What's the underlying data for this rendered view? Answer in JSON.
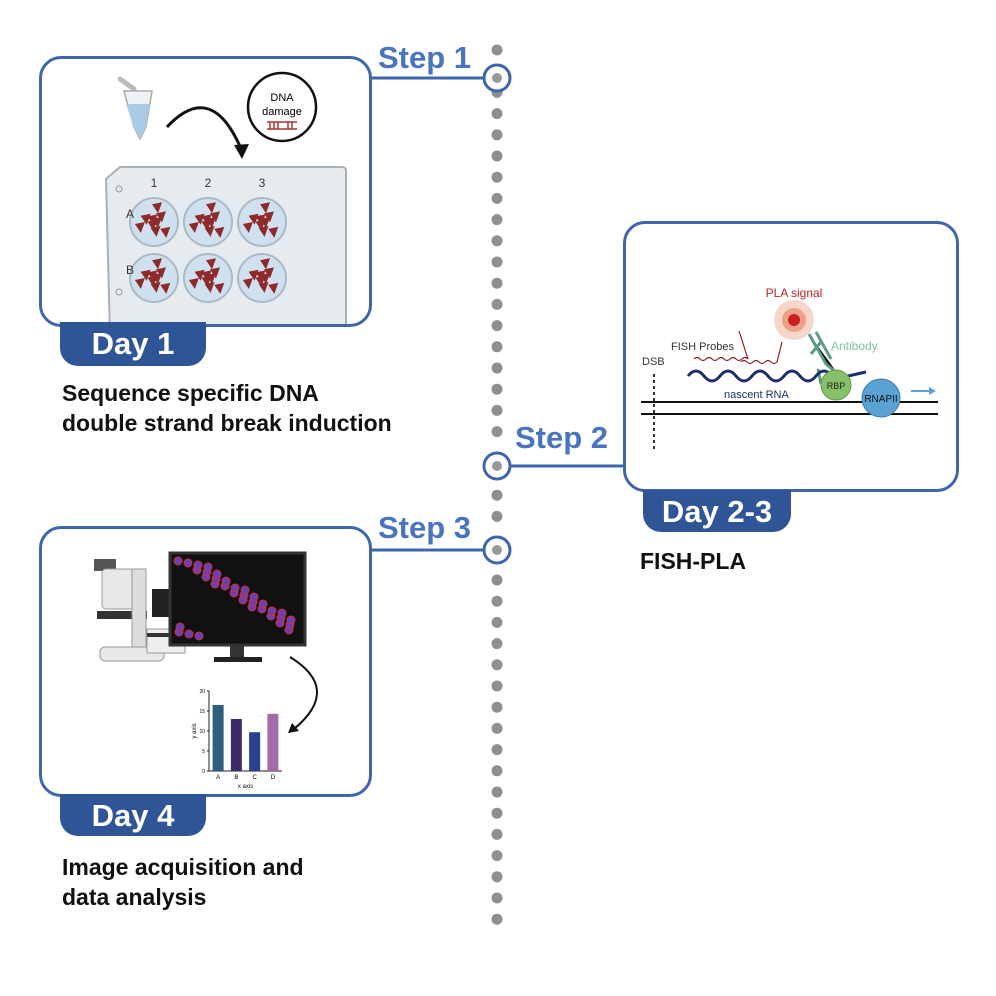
{
  "timeline": {
    "steps": [
      {
        "label": "Step 1",
        "day": "Day 1",
        "description_lines": [
          "Sequence specific DNA",
          "double strand break induction"
        ]
      },
      {
        "label": "Step 2",
        "day": "Day 2-3",
        "description_lines": [
          "FISH-PLA"
        ]
      },
      {
        "label": "Step 3",
        "day": "Day 4",
        "description_lines": [
          "Image acquisition and",
          "data analysis"
        ]
      }
    ],
    "accent_color": "#2f5597",
    "step_color": "#4a74c0"
  },
  "step1_illustration": {
    "bubble_text": [
      "DNA",
      "damage"
    ],
    "plate_columns": [
      "1",
      "2",
      "3"
    ],
    "plate_rows": [
      "A",
      "B"
    ]
  },
  "step2_illustration": {
    "pla_signal": "PLA signal",
    "fish_probes": "FISH Probes",
    "antibody": "Antibody",
    "dsb": "DSB",
    "rbp": "RBP",
    "rnapii": "RNAPII",
    "nascent_rna": "nascent RNA"
  },
  "chart_data": {
    "type": "bar",
    "categories": [
      "A",
      "B",
      "C",
      "D"
    ],
    "values": [
      16.5,
      13,
      9.7,
      14.3
    ],
    "colors": [
      "#2f5d7e",
      "#3d2a6b",
      "#2d3f8f",
      "#a66aa8"
    ],
    "xlabel": "x axis",
    "ylabel": "y axis",
    "ylim": [
      0,
      20
    ],
    "yticks": [
      "0",
      "5",
      "10",
      "15",
      "20"
    ]
  }
}
